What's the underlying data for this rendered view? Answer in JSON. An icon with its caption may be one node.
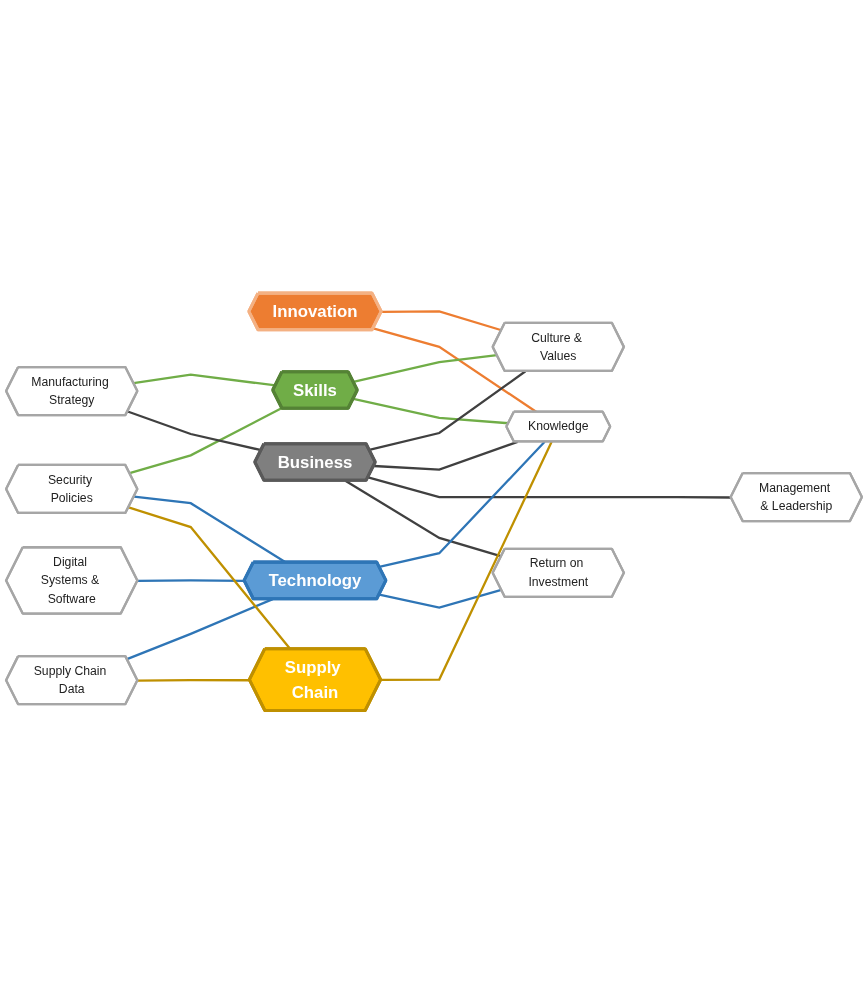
{
  "diagram": {
    "nodes": [
      {
        "text": [
          "Innovation"
        ]
      },
      {
        "text": [
          "Manufacturing Strategy"
        ]
      },
      {
        "text": [
          "Skills"
        ]
      },
      {
        "text": [
          "Culture & Values"
        ]
      },
      {
        "text": [
          "Digital Systems & Software"
        ]
      },
      {
        "text": [
          "Knowledge"
        ]
      },
      {
        "text": [
          "Business"
        ]
      },
      {
        "text": [
          "Security Policies"
        ]
      },
      {
        "text": [
          "Management & Leadership"
        ]
      },
      {
        "text": [
          "Technology"
        ]
      },
      {
        "text": [
          "Supply Chain Data"
        ]
      },
      {
        "text": [
          "Return on Investment"
        ]
      },
      {
        "text": [
          "Supply Chain"
        ]
      }
    ],
    "edges": [
      {
        "from": 0,
        "to": 3,
        "arrow": "none",
        "color": "#ed7d31"
      },
      {
        "from": 0,
        "to": 5,
        "arrow": "none",
        "color": "#ed7d31"
      },
      {
        "from": 1,
        "to": 2,
        "arrow": "none",
        "color": "#70ad47"
      },
      {
        "from": 2,
        "to": 3,
        "arrow": "none",
        "color": "#70ad47"
      },
      {
        "from": 2,
        "to": 5,
        "arrow": "none",
        "color": "#70ad47"
      },
      {
        "from": 7,
        "to": 2,
        "arrow": "none",
        "color": "#70ad47"
      },
      {
        "from": 1,
        "to": 6,
        "arrow": "none",
        "color": "#404040"
      },
      {
        "from": 6,
        "to": 3,
        "arrow": "none",
        "color": "#404040"
      },
      {
        "from": 6,
        "to": 5,
        "arrow": "none",
        "color": "#404040"
      },
      {
        "from": 6,
        "to": 8,
        "arrow": "none",
        "color": "#404040"
      },
      {
        "from": 6,
        "to": 11,
        "arrow": "none",
        "color": "#404040"
      },
      {
        "from": 4,
        "to": 9,
        "arrow": "none",
        "color": "#2e75b6"
      },
      {
        "from": 7,
        "to": 9,
        "arrow": "none",
        "color": "#2e75b6"
      },
      {
        "from": 10,
        "to": 9,
        "arrow": "none",
        "color": "#2e75b6"
      },
      {
        "from": 9,
        "to": 5,
        "arrow": "none",
        "color": "#2e75b6"
      },
      {
        "from": 9,
        "to": 11,
        "arrow": "none",
        "color": "#2e75b6"
      },
      {
        "from": 7,
        "to": 12,
        "arrow": "none",
        "color": "#bf9000"
      },
      {
        "from": 10,
        "to": 12,
        "arrow": "none",
        "color": "#bf9000"
      },
      {
        "from": 12,
        "to": 5,
        "arrow": "none",
        "color": "#bf9000"
      }
    ]
  }
}
